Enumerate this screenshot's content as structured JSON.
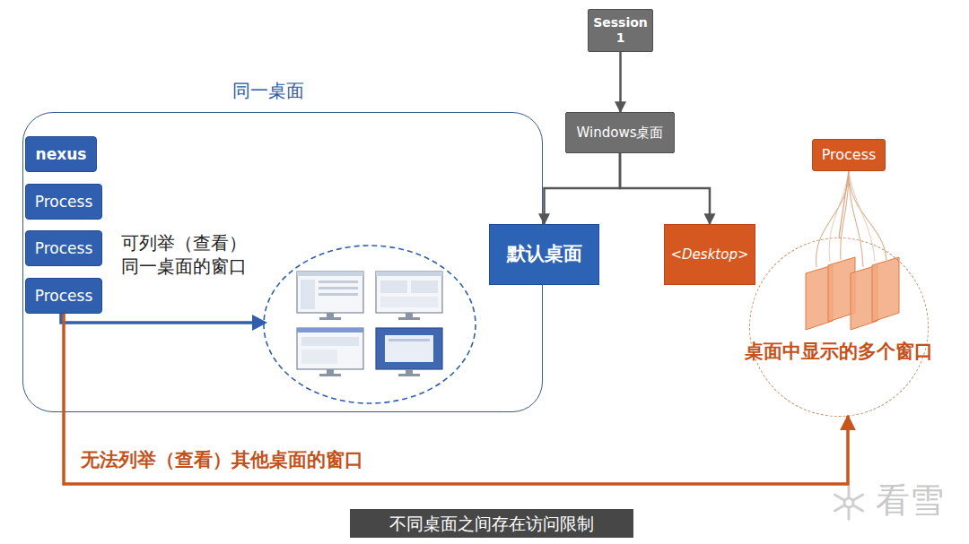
{
  "diagram": {
    "caption": "不同桌面之间存在访问限制",
    "nodes": [
      {
        "text": [
          "Session 1"
        ]
      },
      {
        "text": [
          "同一桌面"
        ]
      },
      {
        "text": [
          "nexus"
        ],
        "in": 1
      },
      {
        "text": [
          "Process"
        ],
        "in": 1
      },
      {
        "text": [
          "Process"
        ],
        "in": 1
      },
      {
        "text": [
          "Process"
        ],
        "in": 1
      },
      {
        "text": [
          "Windows桌面"
        ]
      },
      {
        "text": [
          "默认桌面"
        ]
      },
      {
        "text": [
          "<Desktop>"
        ]
      },
      {
        "text": [
          "Process"
        ]
      },
      {
        "text": [
          "桌面中显示的多个窗口"
        ]
      }
    ],
    "edges": [
      {
        "from": 0,
        "to": 6,
        "arrow": "to"
      },
      {
        "from": 6,
        "to": 7,
        "arrow": "to"
      },
      {
        "from": 6,
        "to": 8,
        "arrow": "to"
      },
      {
        "from": 5,
        "to": 10,
        "label": "无法列举（查看）其他桌面的窗口",
        "arrow": "to"
      },
      {
        "from": 9,
        "to": 10,
        "arrow": "none"
      }
    ],
    "labels": [
      "可列举（查看） 同一桌面的窗口",
      "看雪"
    ]
  }
}
